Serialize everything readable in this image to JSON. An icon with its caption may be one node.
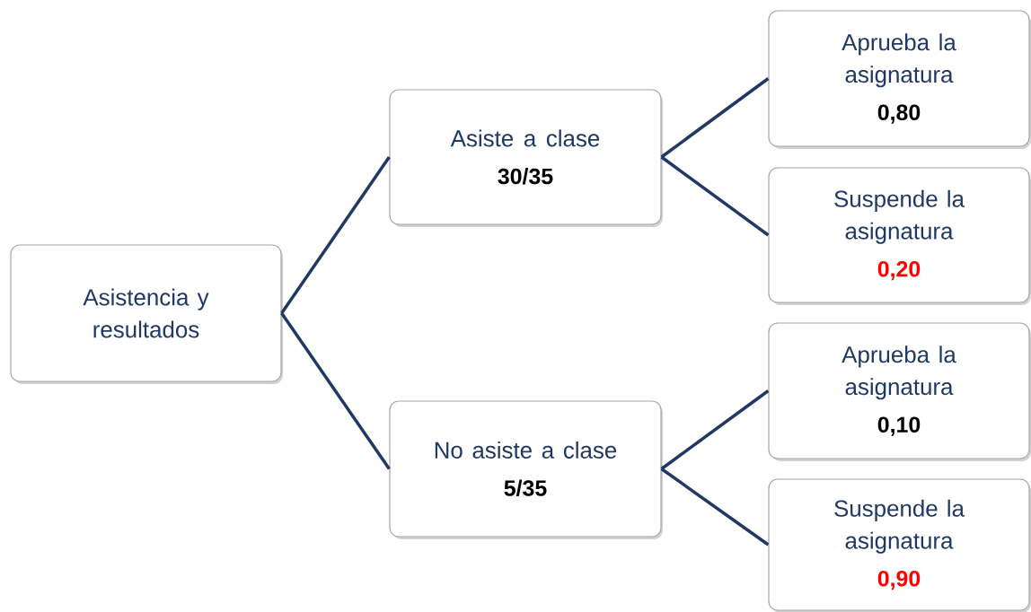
{
  "diagram": {
    "nodes": [
      {
        "text": [
          "Asistencia y resultados"
        ]
      },
      {
        "text": [
          "Asiste a clase",
          "30/35"
        ]
      },
      {
        "text": [
          "Aprueba la asignatura",
          "0,80"
        ]
      },
      {
        "text": [
          "Suspende la asignatura",
          "0,20"
        ]
      },
      {
        "text": [
          "No asiste a clase",
          "5/35"
        ]
      },
      {
        "text": [
          "Aprueba la asignatura",
          "0,10"
        ]
      },
      {
        "text": [
          "Suspende la asignatura",
          "0,90"
        ]
      }
    ],
    "edges": [
      {
        "from": 0,
        "to": 1,
        "arrow": "none"
      },
      {
        "from": 1,
        "to": 2,
        "arrow": "none"
      },
      {
        "from": 1,
        "to": 3,
        "arrow": "none"
      },
      {
        "from": 0,
        "to": 4,
        "arrow": "none"
      },
      {
        "from": 4,
        "to": 5,
        "arrow": "none"
      },
      {
        "from": 4,
        "to": 6,
        "arrow": "none"
      }
    ]
  }
}
